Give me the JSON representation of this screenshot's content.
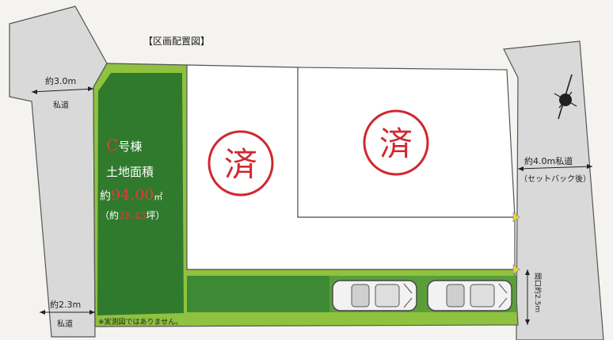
{
  "title": "【区画配置図】",
  "left_road_top": {
    "width": "約3.0m",
    "type": "私道"
  },
  "left_road_bottom": {
    "width": "約2.3m",
    "type": "私道"
  },
  "right_road": {
    "width": "約4.0m私道",
    "note": "（セットバック後）"
  },
  "lot_c": {
    "name_letter": "C",
    "name_rest": "号棟",
    "area_label": "土地面積",
    "area_prefix": "約",
    "area_sqm": "94.00",
    "area_unit": "㎡",
    "tsubo_open": "（約",
    "area_tsubo": "28.43",
    "tsubo_close": "坪）"
  },
  "sold_mark": "済",
  "frontage_label": "間口約2.5m",
  "note": "※実測図ではありません。",
  "colors": {
    "lot_dark_green": "#2f7a2c",
    "lot_light_green": "#8fc23f",
    "road_gray": "#d7d7d7",
    "stamp_red": "#d0282e",
    "text_red": "#cf2a2a"
  },
  "icons": [
    "compass-icon",
    "car-icon",
    "car-icon"
  ]
}
